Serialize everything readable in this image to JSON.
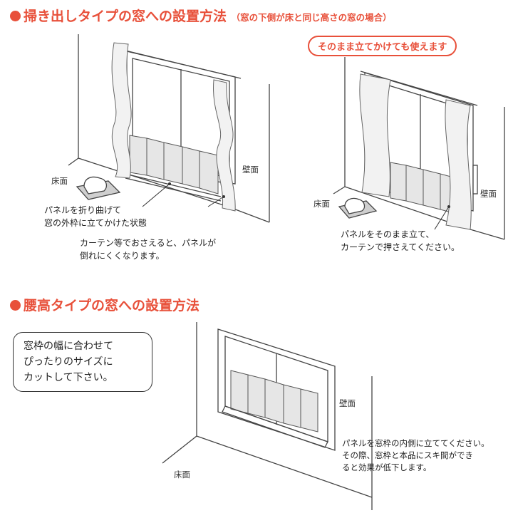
{
  "section1": {
    "title": "掃き出しタイプの窓への設置方法",
    "subtitle": "（窓の下側が床と同じ高さの窓の場合）"
  },
  "pill": "そのまま立てかけても使えます",
  "diagram1": {
    "floor_label": "床面",
    "wall_label": "壁面",
    "caption_1": "パネルを折り曲げて",
    "caption_2": "窓の外枠に立てかけた状態",
    "note_1": "カーテン等でおさえると、パネルが",
    "note_2": "倒れにくくなります。"
  },
  "diagram2": {
    "floor_label": "床面",
    "wall_label": "壁面",
    "caption_1": "パネルをそのまま立て、",
    "caption_2": "カーテンで押さえてください。"
  },
  "section2": {
    "title": "腰高タイプの窓への設置方法"
  },
  "box": {
    "line_1": "窓枠の幅に合わせて",
    "line_2": "ぴったりのサイズに",
    "line_3": "カットして下さい。"
  },
  "diagram3": {
    "wall_label": "壁面",
    "floor_label": "床面",
    "note_1": "パネルを窓枠の内側に立ててください。",
    "note_2": "その際、窓枠と本品にスキ間ができ",
    "note_3": "ると効果が低下します。"
  }
}
